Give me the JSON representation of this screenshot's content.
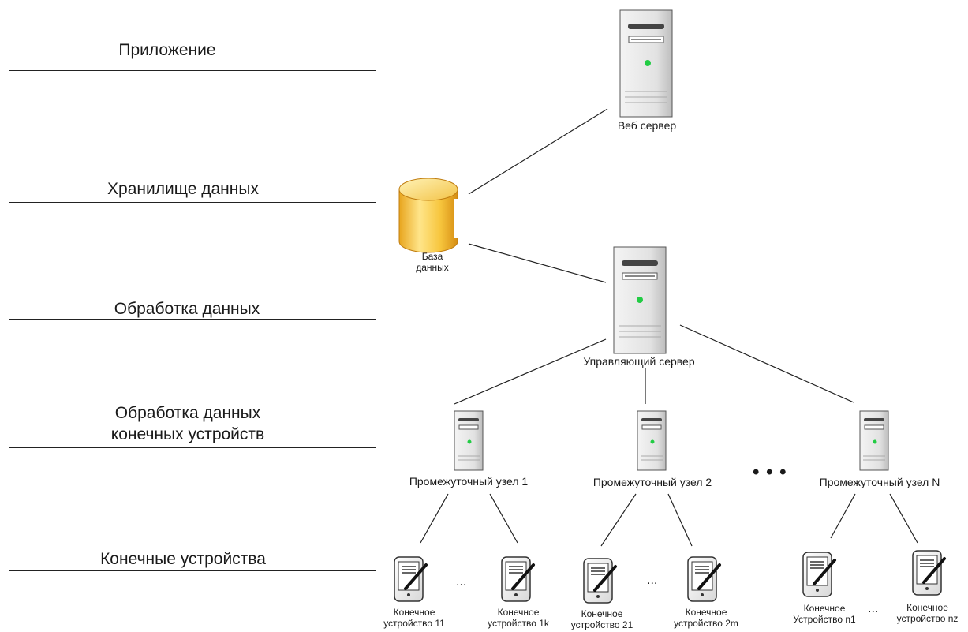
{
  "layers": [
    {
      "name": "Приложение"
    },
    {
      "name": "Хранилище данных"
    },
    {
      "name": "Обработка данных"
    },
    {
      "name": "Обработка данных\nконечных устройств"
    },
    {
      "name": "Конечные устройства"
    }
  ],
  "nodes": {
    "web_server": "Веб сервер",
    "database": "База\nданных",
    "control_server": "Управляющий сервер",
    "intermediate": [
      "Промежуточный узел 1",
      "Промежуточный узел 2",
      "Промежуточный узел N"
    ],
    "devices": [
      "Конечное\nустройство 11",
      "Конечное\nустройство 1k",
      "Конечное\nустройство 21",
      "Конечное\nустройство 2m",
      "Конечное\nУстройство n1",
      "Конечное\nустройство nz"
    ]
  },
  "ellipses": [
    "...",
    "...",
    "...",
    "• • •"
  ],
  "colors": {
    "line": "#222222",
    "server_face": "#e8e8e8",
    "led": "#22cc44",
    "db_fill": "#f5c842"
  },
  "icons": {
    "server": "server-tower-icon",
    "database": "database-cylinder-icon",
    "device": "pda-stylus-icon"
  }
}
